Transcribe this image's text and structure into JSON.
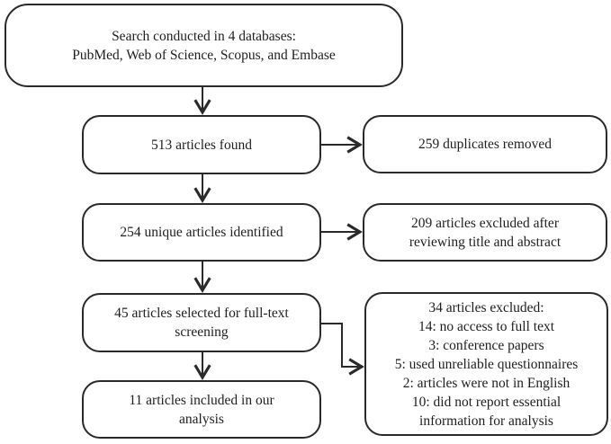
{
  "diagram": {
    "boxes": {
      "search": {
        "lines": [
          "Search conducted in 4 databases:",
          "PubMed, Web of Science, Scopus, and Embase"
        ]
      },
      "found": {
        "lines": [
          "513 articles found"
        ]
      },
      "duplicates": {
        "lines": [
          "259 duplicates removed"
        ]
      },
      "unique": {
        "lines": [
          "254 unique articles identified"
        ]
      },
      "excluded_title_abstract": {
        "lines": [
          "209 articles excluded after",
          "reviewing title and abstract"
        ]
      },
      "fulltext": {
        "lines": [
          "45 articles selected for full-text",
          "screening"
        ]
      },
      "excluded_fulltext": {
        "lines": [
          "34 articles excluded:",
          "14: no access to full text",
          "3: conference papers",
          "5: used unreliable questionnaires",
          "2: articles were not in English",
          "10: did not report essential",
          "information for analysis"
        ]
      },
      "included": {
        "lines": [
          "11 articles included in our",
          "analysis"
        ]
      }
    },
    "colors": {
      "stroke": "#2a2a2a",
      "text": "#1e1e1e",
      "background": "#ffffff"
    }
  }
}
